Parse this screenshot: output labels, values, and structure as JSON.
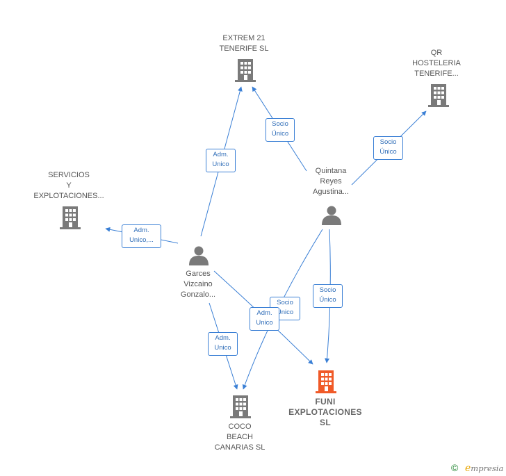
{
  "companies": {
    "extrem21": {
      "lines": [
        "EXTREM 21",
        "TENERIFE  SL"
      ]
    },
    "qr": {
      "lines": [
        "QR",
        "HOSTELERIA",
        "TENERIFE..."
      ]
    },
    "servicios": {
      "lines": [
        "SERVICIOS",
        "Y",
        "EXPLOTACIONES..."
      ]
    },
    "coco": {
      "lines": [
        "COCO",
        "BEACH",
        "CANARIAS  SL"
      ]
    },
    "funi": {
      "lines": [
        "FUNI",
        "EXPLOTACIONES",
        "SL"
      ]
    }
  },
  "persons": {
    "quintana": {
      "lines": [
        "Quintana",
        "Reyes",
        "Agustina..."
      ]
    },
    "garces": {
      "lines": [
        "Garces",
        "Vizcaino",
        "Gonzalo..."
      ]
    }
  },
  "edges": {
    "quintana_extrem": {
      "lines": [
        "Socio",
        "Único"
      ]
    },
    "quintana_qr": {
      "lines": [
        "Socio",
        "Único"
      ]
    },
    "garces_extrem": {
      "lines": [
        "Adm.",
        "Unico"
      ]
    },
    "garces_servicios": {
      "lines": [
        "Adm.",
        "Unico,..."
      ]
    },
    "quintana_funi": {
      "lines": [
        "Socio",
        "Único"
      ]
    },
    "quintana_coco": {
      "lines": [
        "Socio",
        "Único"
      ]
    },
    "garces_funi": {
      "lines": [
        "Adm.",
        "Unico"
      ]
    },
    "garces_coco": {
      "lines": [
        "Adm.",
        "Unico"
      ]
    }
  },
  "colors": {
    "edge": "#3a7fd5",
    "building": "#7a7a7a",
    "focus": "#f05a28",
    "person": "#7a7a7a"
  },
  "watermark": {
    "copyright": "©",
    "brand_initial": "e",
    "brand_rest": "mpresia"
  }
}
